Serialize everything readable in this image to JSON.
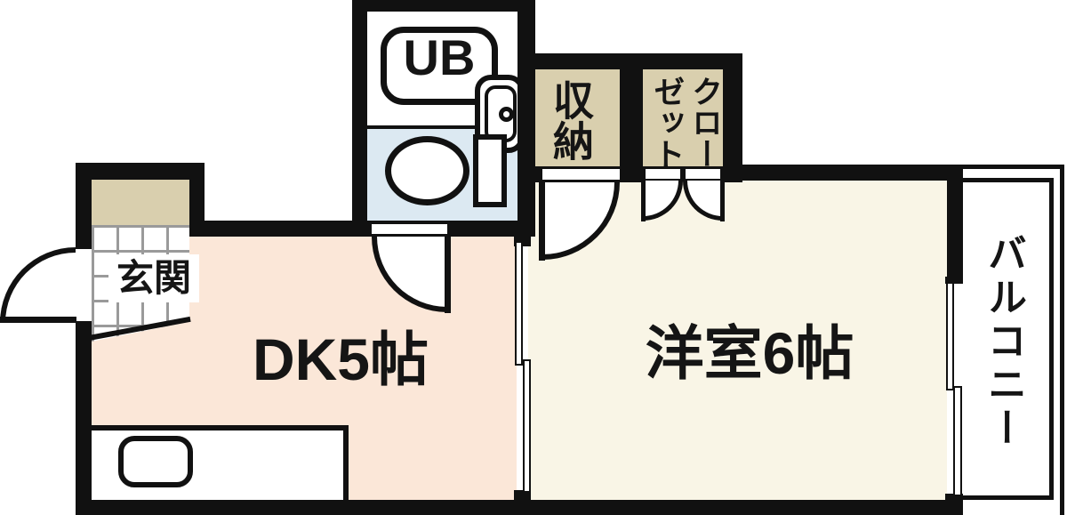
{
  "plan": {
    "type": "apartment-floor-plan",
    "labels": {
      "ub": "UB",
      "storage": "収納",
      "closet": "クローゼット",
      "entrance": "玄関",
      "dk": "DK5帖",
      "western": "洋室6帖",
      "balcony": "バルコニー"
    },
    "fixtures": [
      "bathtub",
      "toilet",
      "washbasin",
      "kitchen-sink",
      "shoe-cabinet"
    ]
  },
  "colors": {
    "bg": "#ffffff",
    "wall": "#111111",
    "dk_floor": "#fbe7d8",
    "room_floor": "#f9f5e6",
    "storage_fill": "#d9cfae",
    "bath_floor": "#dce9f2",
    "tile_line": "#9a9a9a"
  }
}
